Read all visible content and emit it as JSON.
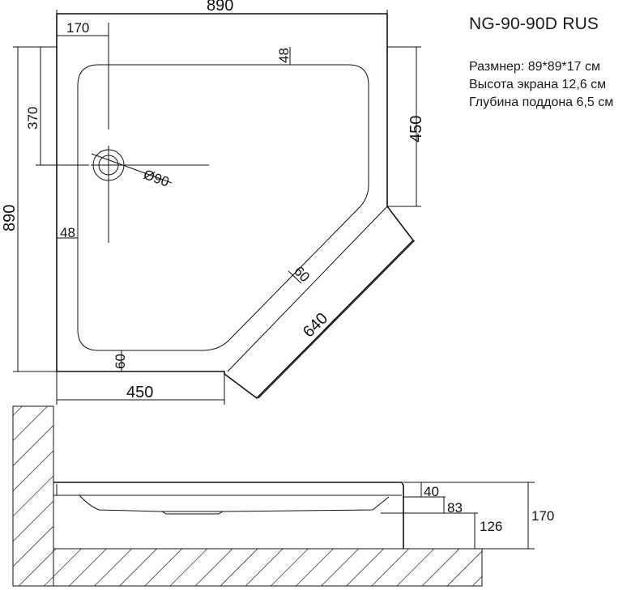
{
  "model": "NG-90-90D RUS",
  "specs": [
    "Размнер: 89*89*17 см",
    "Высота экрана 12,6 см",
    "Глубина поддона 6,5 см"
  ],
  "plan": {
    "dim_width_top": "890",
    "dim_drain_offset_x": "170",
    "dim_top_rim": "48",
    "dim_drain_offset_y": "370",
    "dim_height_left": "890",
    "dim_right_side": "450",
    "dim_drain_diameter": "Ø90",
    "dim_left_rim": "48",
    "dim_diagonal_rim": "60",
    "dim_diagonal": "640",
    "dim_bottom_rim": "60",
    "dim_bottom_side": "450"
  },
  "section": {
    "dim_40": "40",
    "dim_83": "83",
    "dim_126": "126",
    "dim_170": "170"
  }
}
